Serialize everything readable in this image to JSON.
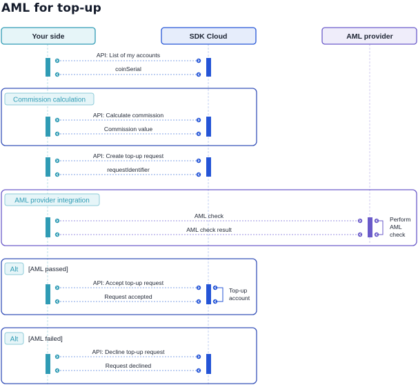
{
  "title": "AML for top-up",
  "participants": {
    "your_side": "Your side",
    "sdk_cloud": "SDK Cloud",
    "aml_provider": "AML provider"
  },
  "groups": {
    "commission": "Commission calculation",
    "aml_integration": "AML provider integration",
    "alt_passed_tag": "Alt",
    "alt_passed_cond": "[AML passed]",
    "alt_failed_tag": "Alt",
    "alt_failed_cond": "[AML failed]"
  },
  "messages": {
    "list_accounts": "API: List of my accounts",
    "coin_serial": "coinSerial",
    "calc_commission": "API: Calculate commission",
    "commission_value": "Commission value",
    "create_topup": "API: Create top-up request",
    "request_identifier": "requestIdentifier",
    "aml_check": "AML check",
    "aml_check_result": "AML check result",
    "accept_topup": "API: Accept top-up request",
    "request_accepted": "Request accepted",
    "decline_topup": "API: Decline top-up request",
    "request_declined": "Request declined"
  },
  "self_notes": {
    "perform_aml_line1": "Perform",
    "perform_aml_line2": "AML",
    "perform_aml_line3": "check",
    "topup_account_line1": "Top-up",
    "topup_account_line2": "account"
  },
  "colors": {
    "your_side": "#2f9bb4",
    "sdk_cloud": "#2454d6",
    "aml_provider": "#6a5ac9",
    "your_side_fill": "#e6f5f8",
    "sdk_cloud_fill": "#e6edfb",
    "aml_provider_fill": "#efedfa",
    "frame_border": "#3550b8"
  }
}
